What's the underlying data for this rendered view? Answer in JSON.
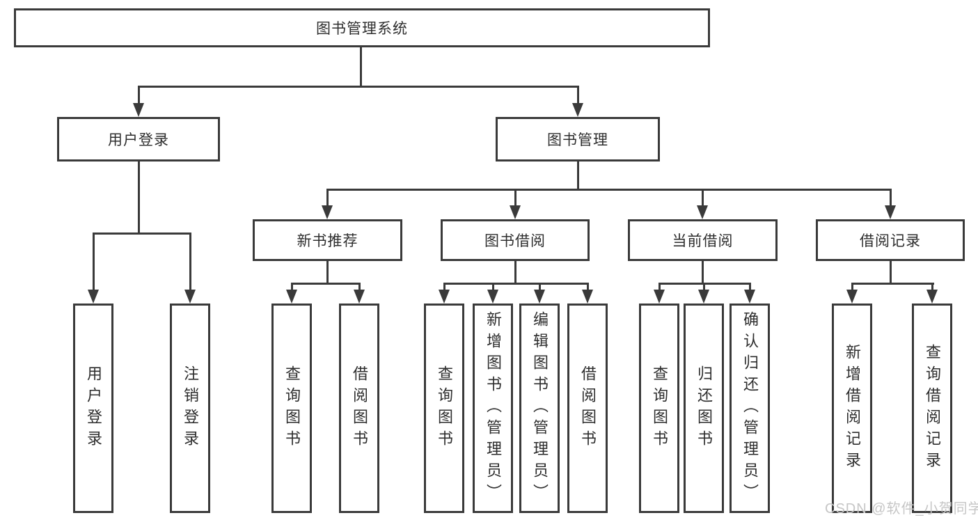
{
  "root": {
    "label": "图书管理系统"
  },
  "level2": {
    "user_login": "用户登录",
    "book_management": "图书管理"
  },
  "level3": {
    "new_books": "新书推荐",
    "borrowing": "图书借阅",
    "current": "当前借阅",
    "records": "借阅记录"
  },
  "leaves": {
    "user_login": [
      "用户登录",
      "注销登录"
    ],
    "new_books": [
      "查询图书",
      "借阅图书"
    ],
    "borrowing": [
      "查询图书",
      "新增图书（管理员）",
      "编辑图书（管理员）",
      "借阅图书"
    ],
    "current": [
      "查询图书",
      "归还图书",
      "确认归还（管理员）"
    ],
    "records": [
      "新增借阅记录",
      "查询借阅记录"
    ]
  },
  "watermark": "CSDN @软件_小贺同学",
  "colors": {
    "line": "#3a3a3a",
    "text": "#2d2d2d",
    "watermark": "#c6c6c6",
    "background": "#ffffff"
  }
}
